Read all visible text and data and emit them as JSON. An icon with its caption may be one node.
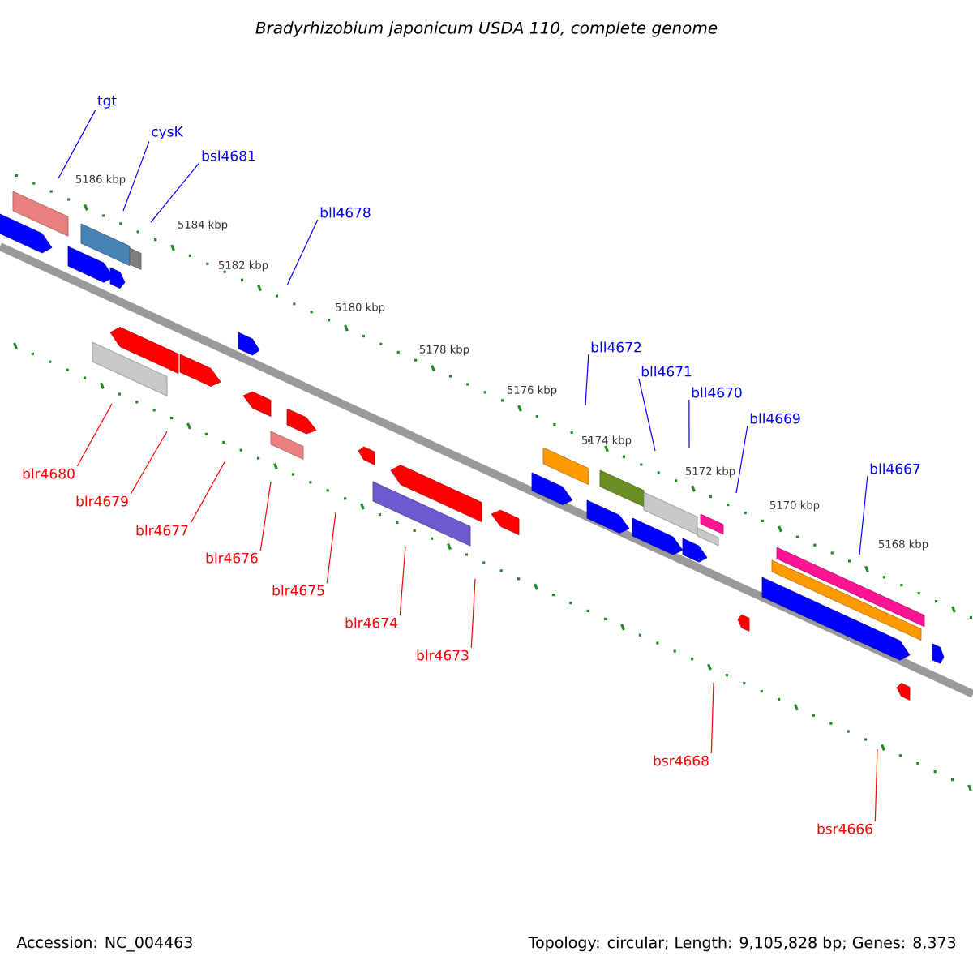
{
  "diagram": {
    "title": "*Bradyrhizobium japonicum* *USDA 110, complete genome*",
    "nodes": [
      {
        "text": [
          "tgt"
        ]
      },
      {
        "text": [
          "cysK"
        ]
      },
      {
        "text": [
          "bsl4681"
        ]
      },
      {
        "text": [
          "bll4678"
        ]
      },
      {
        "text": [
          "bll4672"
        ]
      },
      {
        "text": [
          "bll4671"
        ]
      },
      {
        "text": [
          "bll4670"
        ]
      },
      {
        "text": [
          "bll4669"
        ]
      },
      {
        "text": [
          "bll4667"
        ]
      },
      {
        "text": [
          "blr4680"
        ]
      },
      {
        "text": [
          "blr4679"
        ]
      },
      {
        "text": [
          "blr4677"
        ]
      },
      {
        "text": [
          "blr4676"
        ]
      },
      {
        "text": [
          "blr4675"
        ]
      },
      {
        "text": [
          "blr4674"
        ]
      },
      {
        "text": [
          "blr4673"
        ]
      },
      {
        "text": [
          "bsr4668"
        ]
      },
      {
        "text": [
          "bsr4666"
        ]
      }
    ],
    "edges": [
      {
        "from": 0,
        "to": null,
        "arrow": "none",
        "color": "#0000ff"
      },
      {
        "from": 1,
        "to": null,
        "arrow": "none",
        "color": "#0000ff"
      },
      {
        "from": 2,
        "to": null,
        "arrow": "none",
        "color": "#0000ff"
      },
      {
        "from": 3,
        "to": null,
        "arrow": "none",
        "color": "#0000ff"
      },
      {
        "from": 4,
        "to": null,
        "arrow": "none",
        "color": "#0000ff"
      },
      {
        "from": 5,
        "to": null,
        "arrow": "none",
        "color": "#0000ff"
      },
      {
        "from": 6,
        "to": null,
        "arrow": "none",
        "color": "#0000ff"
      },
      {
        "from": 7,
        "to": null,
        "arrow": "none",
        "color": "#0000ff"
      },
      {
        "from": 8,
        "to": null,
        "arrow": "none",
        "color": "#0000ff"
      },
      {
        "from": 9,
        "to": null,
        "arrow": "none",
        "color": "#ff0000"
      },
      {
        "from": 10,
        "to": null,
        "arrow": "none",
        "color": "#ff0000"
      },
      {
        "from": 11,
        "to": null,
        "arrow": "none",
        "color": "#ff0000"
      },
      {
        "from": 12,
        "to": null,
        "arrow": "none",
        "color": "#ff0000"
      },
      {
        "from": 13,
        "to": null,
        "arrow": "none",
        "color": "#ff0000"
      },
      {
        "from": 14,
        "to": null,
        "arrow": "none",
        "color": "#ff0000"
      },
      {
        "from": 15,
        "to": null,
        "arrow": "none",
        "color": "#ff0000"
      },
      {
        "from": 16,
        "to": null,
        "arrow": "none",
        "color": "#ff0000"
      },
      {
        "from": 17,
        "to": null,
        "arrow": "none",
        "color": "#ff0000"
      }
    ],
    "labels": [
      "5186 kbp",
      "5184 kbp",
      "5182 kbp",
      "5180 kbp",
      "5178 kbp",
      "5176 kbp",
      "5174 kbp",
      "5172 kbp",
      "5170 kbp",
      "5168 kbp",
      "Accession: NC_004463",
      "Topology: circular; Length: 9,105,828 bp; Genes: 8,373"
    ]
  }
}
